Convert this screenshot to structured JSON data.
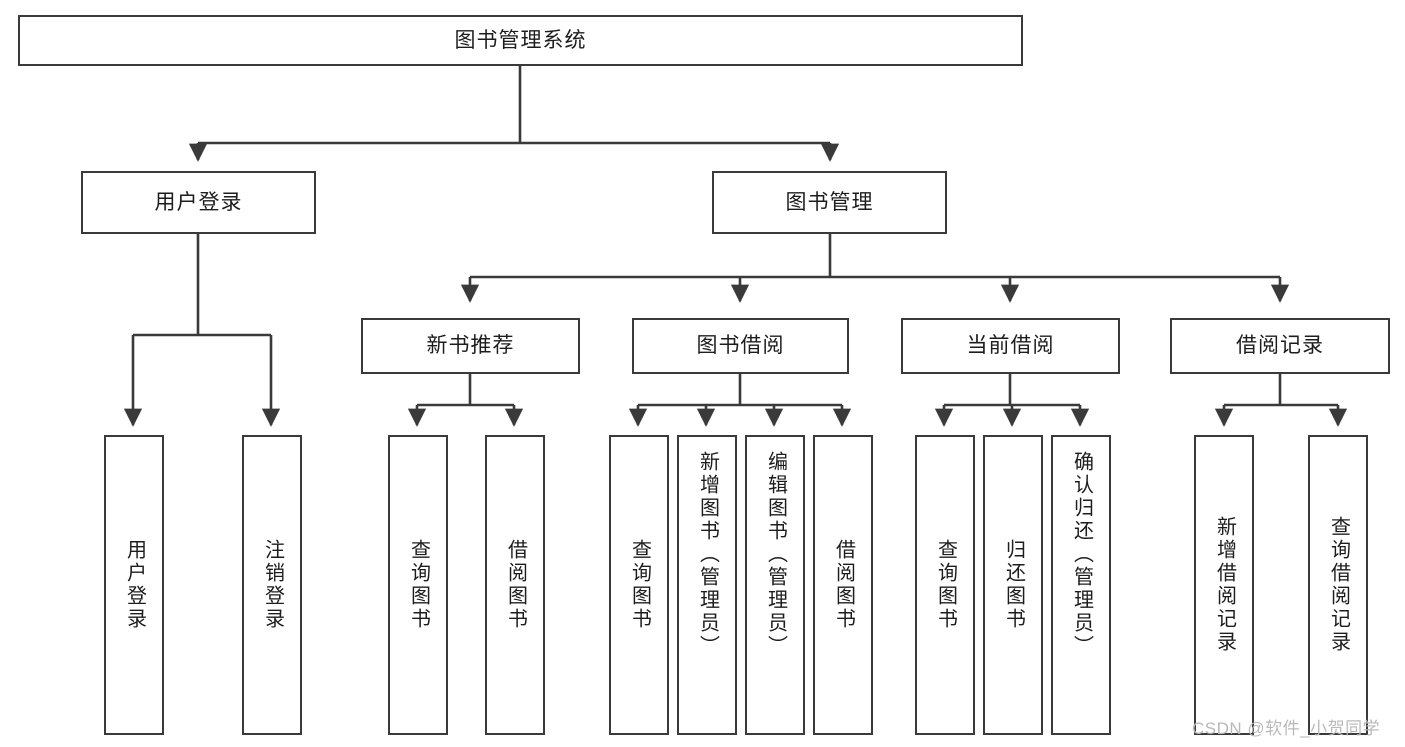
{
  "diagram": {
    "title": "图书管理系统",
    "type": "hierarchy-tree",
    "watermark": "CSDN @软件_小贺同学",
    "colors": {
      "background": "#ffffff",
      "node_border": "#3a3a3a",
      "node_fill": "#ffffff",
      "edge": "#3a3a3a",
      "text": "#1d1d1d",
      "watermark": "#b9b9b9"
    },
    "levels": {
      "root": {
        "label": "图书管理系统"
      },
      "level2": [
        {
          "label": "用户登录"
        },
        {
          "label": "图书管理"
        }
      ],
      "level3": [
        {
          "label": "新书推荐"
        },
        {
          "label": "图书借阅"
        },
        {
          "label": "当前借阅"
        },
        {
          "label": "借阅记录"
        }
      ],
      "leaves": {
        "user_login": [
          {
            "label": "用户登录"
          },
          {
            "label": "注销登录"
          }
        ],
        "new_book_recommend": [
          {
            "label": "查询图书"
          },
          {
            "label": "借阅图书"
          }
        ],
        "book_borrow": [
          {
            "label": "查询图书"
          },
          {
            "label": "新增图书（管理员）"
          },
          {
            "label": "编辑图书（管理员）"
          },
          {
            "label": "借阅图书"
          }
        ],
        "current_borrow": [
          {
            "label": "查询图书"
          },
          {
            "label": "归还图书"
          },
          {
            "label": "确认归还（管理员）"
          }
        ],
        "borrow_record": [
          {
            "label": "新增借阅记录"
          },
          {
            "label": "查询借阅记录"
          }
        ]
      }
    }
  }
}
